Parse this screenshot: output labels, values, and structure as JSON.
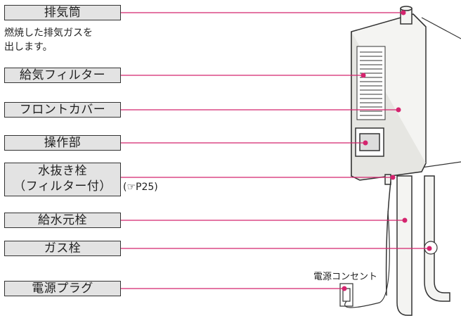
{
  "labels": {
    "exhaust": "排気筒",
    "exhaust_note_line1": "燃焼した排気ガスを",
    "exhaust_note_line2": "出します。",
    "air_filter": "給気フィルター",
    "front_cover": "フロントカバー",
    "control_panel": "操作部",
    "drain_plug_line1": "水抜き栓",
    "drain_plug_line2": "（フィルター付）",
    "page_ref": "(☞P25)",
    "water_valve": "給水元栓",
    "gas_valve": "ガス栓",
    "power_plug": "電源プラグ",
    "outlet": "電源コンセント"
  },
  "colors": {
    "leader_line": "#d4246e",
    "label_bg": "#e3e3e3",
    "heater_body": "#f4f4f2",
    "outline": "#333333"
  }
}
